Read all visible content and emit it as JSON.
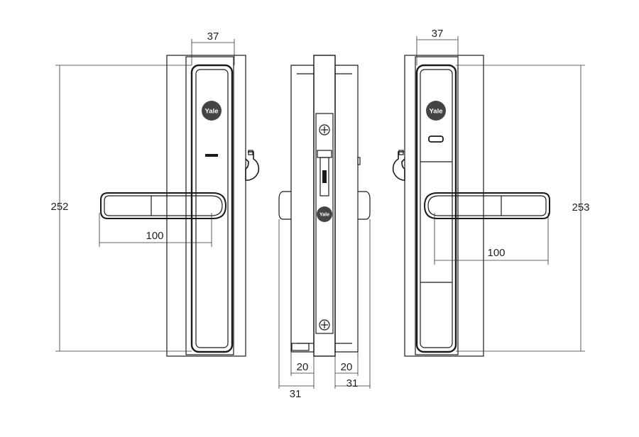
{
  "brand": "Yale",
  "dimensions": {
    "front_width": "37",
    "front_height": "252",
    "front_handle_length": "100",
    "side_left_inner": "20",
    "side_left_outer": "31",
    "side_right_inner": "20",
    "side_right_outer": "31",
    "back_width": "37",
    "back_height": "253",
    "back_handle_length": "100"
  },
  "colors": {
    "line": "#1a1a1a",
    "dim_line": "#333333",
    "logo_fill": "#444444"
  }
}
